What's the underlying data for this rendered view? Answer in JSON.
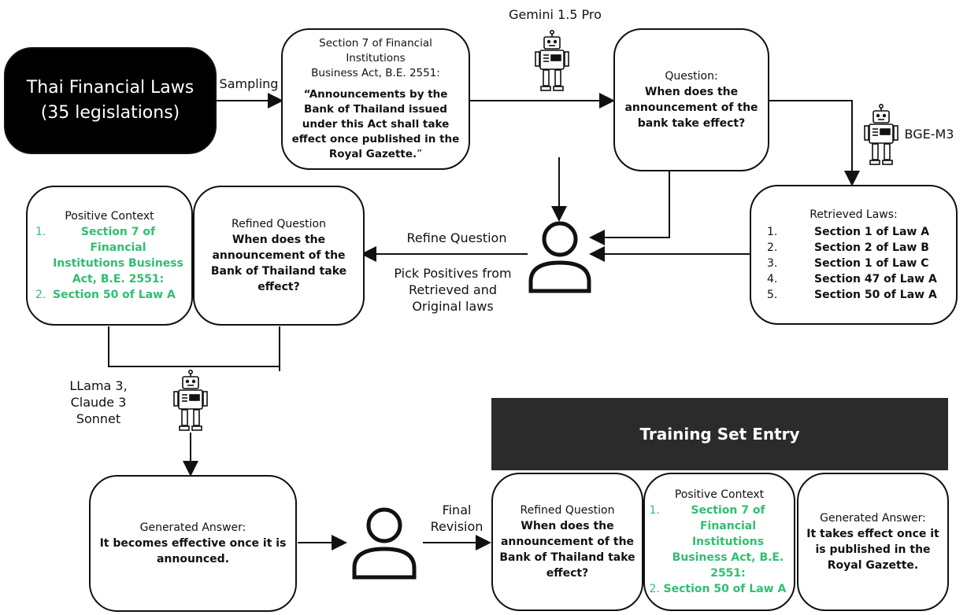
{
  "source": {
    "title": "Thai Financial Laws",
    "subtitle": "(35 legislations)"
  },
  "labels": {
    "sampling": "Sampling",
    "gemini": "Gemini 1.5 Pro",
    "bge": "BGE-M3",
    "refine": "Refine Question",
    "pick": [
      "Pick Positives from",
      "Retrieved and",
      "Original laws"
    ],
    "gen_models": [
      "LLama 3,",
      "Claude 3",
      "Sonnet"
    ],
    "final": [
      "Final",
      "Revision"
    ]
  },
  "section_box": {
    "heading": [
      "Section 7 of Financial Institutions",
      "Business Act, B.E. 2551:"
    ],
    "quote_open": "“Announcements by the Bank of Thailand issued under this Act shall take effect once published in the Royal Gazette.",
    "quote_close": "”"
  },
  "question_box": {
    "heading": "Question:",
    "text": "When does the announcement of the bank take effect?"
  },
  "retrieved_box": {
    "heading": "Retrieved Laws:",
    "items": [
      {
        "num": "1.",
        "text": "Section 1 of Law A"
      },
      {
        "num": "2.",
        "text": "Section 2 of Law B"
      },
      {
        "num": "3.",
        "text": "Section 1 of Law C"
      },
      {
        "num": "4.",
        "text": "Section 47 of Law A"
      },
      {
        "num": "5.",
        "text": "Section 50 of Law A"
      }
    ]
  },
  "positive_box": {
    "heading": "Positive Context",
    "items": [
      {
        "num": "1.",
        "text": "Section 7 of Financial Institutions Business Act, B.E. 2551:"
      },
      {
        "num": "2.",
        "text": "Section 50 of Law A"
      }
    ]
  },
  "refined_box": {
    "heading": "Refined Question",
    "text": "When does the announcement of the Bank of Thailand take effect?"
  },
  "generated_box": {
    "heading": "Generated Answer:",
    "text": "It becomes effective once it is announced."
  },
  "training": {
    "title": "Training Set Entry",
    "refined": {
      "heading": "Refined Question",
      "text": "When does the announcement of the Bank of Thailand take effect?"
    },
    "positive": {
      "heading": "Positive Context",
      "items": [
        {
          "num": "1.",
          "text": "Section 7 of Financial Institutions Business Act, B.E. 2551:"
        },
        {
          "num": "2.",
          "text": "Section 50 of Law A"
        }
      ]
    },
    "answer": {
      "heading": "Generated Answer:",
      "text": "It takes effect once it is published in the Royal Gazette."
    }
  },
  "colors": {
    "green": "#2fbf71",
    "dark": "#111111",
    "banner": "#2b2b2b"
  }
}
